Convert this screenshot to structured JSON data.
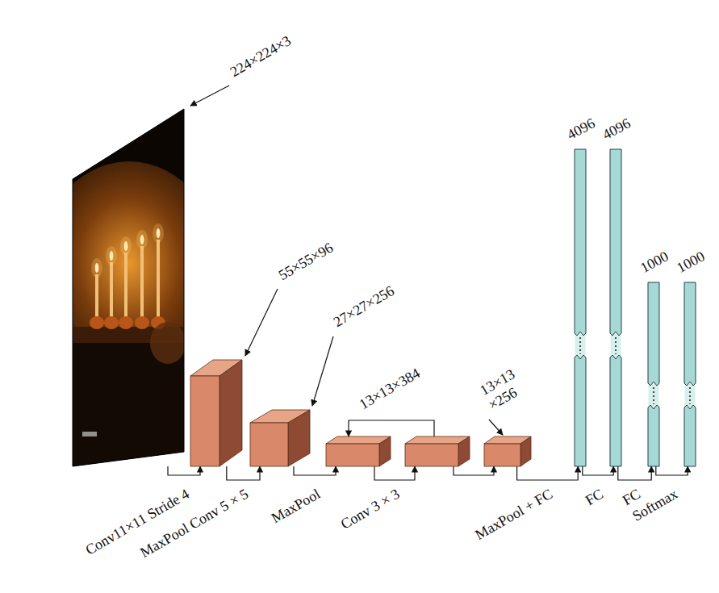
{
  "diagram": {
    "nodes": [
      {
        "text": [
          "224×224×3"
        ]
      },
      {
        "text": [
          "55×55×96"
        ]
      },
      {
        "text": [
          "27×27×256"
        ]
      },
      {
        "text": [
          "13×13×384"
        ]
      },
      {
        "text": []
      },
      {
        "text": [
          "13×13 ×256"
        ]
      },
      {
        "text": [
          "4096"
        ]
      },
      {
        "text": [
          "4096"
        ]
      },
      {
        "text": [
          "1000"
        ]
      },
      {
        "text": [
          "1000"
        ]
      }
    ],
    "edges": [
      {
        "from": 0,
        "to": 1,
        "arrow": "to",
        "label": "Conv11×11 Stride 4"
      },
      {
        "from": 1,
        "to": 2,
        "arrow": "to",
        "label": "MaxPool Conv 5 × 5"
      },
      {
        "from": 2,
        "to": 3,
        "arrow": "to",
        "label": "MaxPool"
      },
      {
        "from": 3,
        "to": 4,
        "arrow": "to",
        "label": "Conv 3 × 3"
      },
      {
        "from": 4,
        "to": 3,
        "arrow": "to"
      },
      {
        "from": 4,
        "to": 5,
        "arrow": "to"
      },
      {
        "from": 5,
        "to": 6,
        "arrow": "to",
        "label": "MaxPool + FC"
      },
      {
        "from": 6,
        "to": 7,
        "arrow": "to",
        "label": "FC"
      },
      {
        "from": 7,
        "to": 8,
        "arrow": "to",
        "label": "FC"
      },
      {
        "from": 8,
        "to": 9,
        "arrow": "to",
        "label": "Softmax"
      }
    ]
  }
}
